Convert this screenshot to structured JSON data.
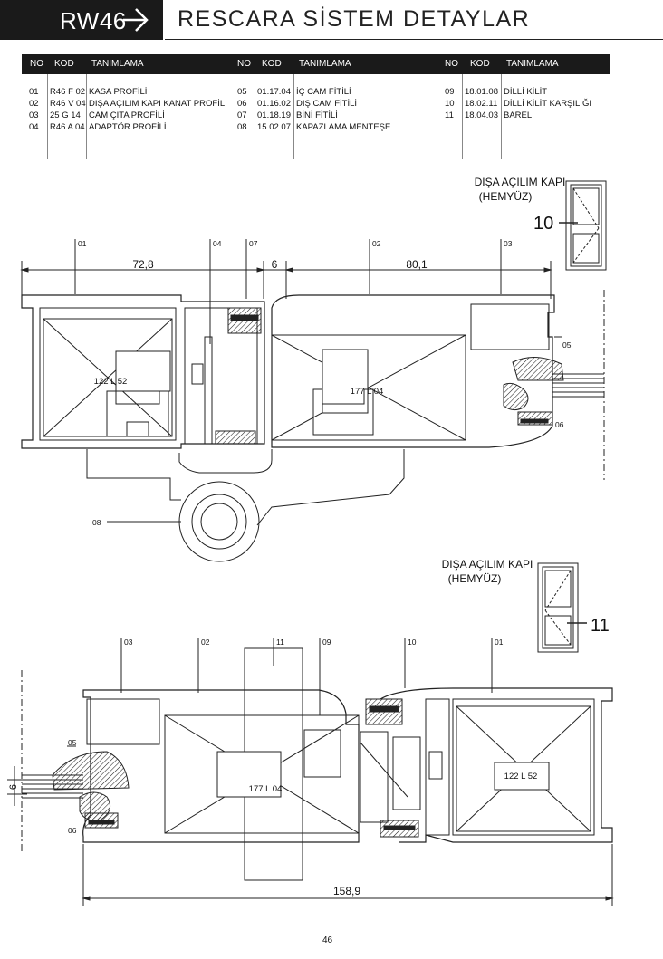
{
  "header": {
    "code": "RW46",
    "title": "RESCARA SİSTEM DETAYLAR"
  },
  "table": {
    "columns": [
      "NO",
      "KOD",
      "TANIMLAMA"
    ],
    "groups": [
      {
        "rows": [
          {
            "no": "01",
            "kod": "R46 F 02",
            "tanim": "KASA PROFİLİ"
          },
          {
            "no": "02",
            "kod": "R46 V 04",
            "tanim": "DIŞA AÇILIM KAPI KANAT PROFİLİ"
          },
          {
            "no": "03",
            "kod": "25 G 14",
            "tanim": "CAM ÇITA PROFİLİ"
          },
          {
            "no": "04",
            "kod": "R46 A 04",
            "tanim": "ADAPTÖR PROFİLİ"
          }
        ]
      },
      {
        "rows": [
          {
            "no": "05",
            "kod": "01.17.04",
            "tanim": "İÇ CAM FİTİLİ"
          },
          {
            "no": "06",
            "kod": "01.16.02",
            "tanim": "DIŞ CAM FİTİLİ"
          },
          {
            "no": "07",
            "kod": "01.18.19",
            "tanim": "BİNİ FİTİLİ"
          },
          {
            "no": "08",
            "kod": "15.02.07",
            "tanim": "KAPAZLAMA MENTEŞE"
          }
        ]
      },
      {
        "rows": [
          {
            "no": "09",
            "kod": "18.01.08",
            "tanim": "DİLLİ KİLİT"
          },
          {
            "no": "10",
            "kod": "18.02.11",
            "tanim": "DİLLİ KİLİT KARŞILIĞI"
          },
          {
            "no": "11",
            "kod": "18.04.03",
            "tanim": "BAREL"
          }
        ]
      }
    ]
  },
  "drawing1": {
    "caption_line1": "DIŞA AÇILIM KAPI",
    "caption_line2": "(HEMYÜZ)",
    "callout": "10",
    "part_tags": [
      "01",
      "04",
      "07",
      "02",
      "03",
      "05",
      "06",
      "08"
    ],
    "dims": [
      "72,8",
      "6",
      "80,1"
    ],
    "section_labels": [
      "122 L 52",
      "177 L 04"
    ]
  },
  "drawing2": {
    "caption_line1": "DIŞA AÇILIM KAPI",
    "caption_line2": "(HEMYÜZ)",
    "callout": "11",
    "part_tags": [
      "03",
      "02",
      "11",
      "09",
      "10",
      "01",
      "05",
      "06"
    ],
    "dims": [
      "6",
      "158,9"
    ],
    "section_labels": [
      "177 L 04",
      "122 L 52"
    ]
  },
  "page_number": "46"
}
